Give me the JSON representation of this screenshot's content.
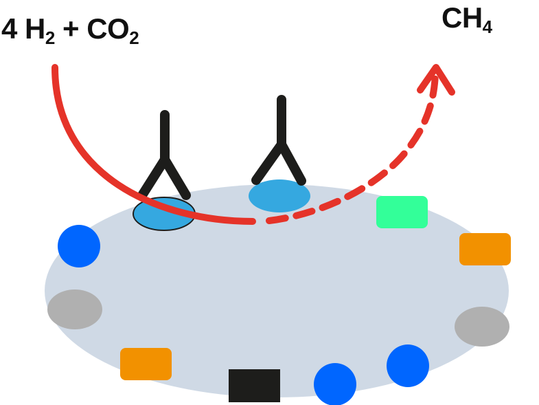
{
  "reactants": {
    "coef": "4",
    "h": "H",
    "h_sub": "2",
    "plus": "+",
    "co": "CO",
    "co_sub": "2"
  },
  "product": {
    "ch": "CH",
    "ch_sub": "4"
  },
  "colors": {
    "membrane": "#cfd9e5",
    "arrow": "#e53329",
    "blue": "#0066ff",
    "receptor": "#35a8e0",
    "gray": "#b0b0b0",
    "orange": "#f29100",
    "green": "#33ff99",
    "black": "#1d1d1b"
  }
}
